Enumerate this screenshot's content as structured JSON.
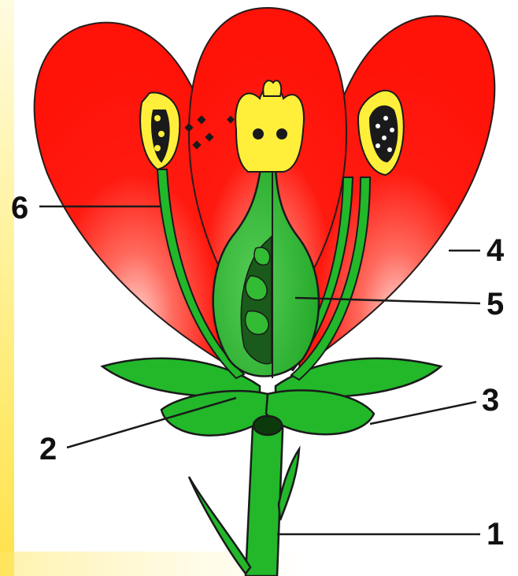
{
  "labels": {
    "l1": "1",
    "l2": "2",
    "l3": "3",
    "l4": "4",
    "l5": "5",
    "l6": "6"
  },
  "colors": {
    "petal": "#ff1a10",
    "sepal": "#22b82a",
    "anther": "#ffef3a",
    "outline": "#1a1a1a"
  }
}
